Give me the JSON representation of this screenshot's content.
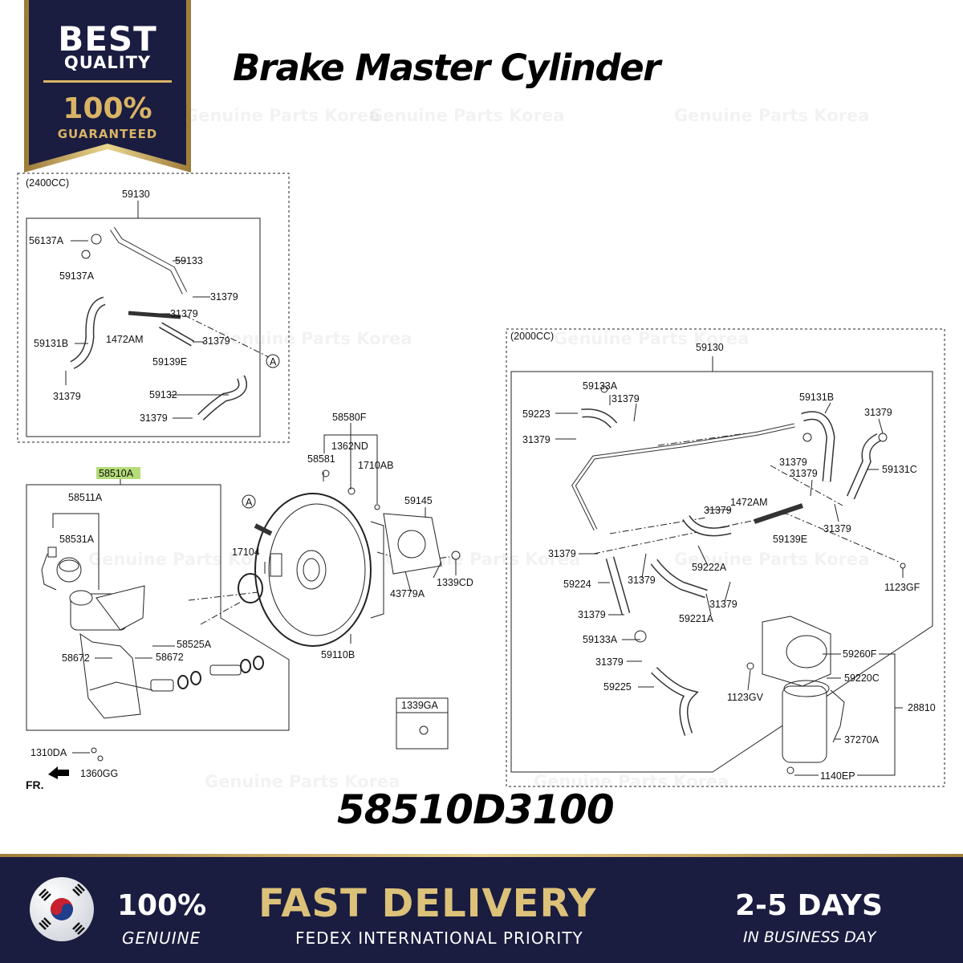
{
  "title": "Brake Master Cylinder",
  "part_number": "58510D3100",
  "watermark": "Genuine Parts Korea",
  "badge": {
    "line1": "BEST",
    "line2": "QUALITY",
    "line3": "100%",
    "line4": "GUARANTEED"
  },
  "footer": {
    "genuine_pct": "100%",
    "genuine_label": "GENUINE",
    "fast": "FAST DELIVERY",
    "fedex": "FEDEX INTERNATIONAL PRIORITY",
    "days": "2-5 DAYS",
    "business": "IN BUSINESS DAY"
  },
  "colors": {
    "navy": "#1a1c40",
    "gold": "#dcc179",
    "highlight": "#b4dc78"
  },
  "diagram": {
    "box_2400_label": "(2400CC)",
    "box_2000_label": "(2000CC)",
    "callout_a": "A",
    "fr": "FR.",
    "labels": {
      "l59130a": "59130",
      "l56137a": "56137A",
      "l59137a": "59137A",
      "l59133": "59133",
      "l31379a": "31379",
      "l31379b": "31379",
      "l1472ama": "1472AM",
      "l59131b": "59131B",
      "l31379c": "31379",
      "l59139ea": "59139E",
      "l31379d": "31379",
      "l59132": "59132",
      "l31379e": "31379",
      "l58510a": "58510A",
      "l58511a": "58511A",
      "l58531a": "58531A",
      "l58525a": "58525A",
      "l58672a": "58672",
      "l58672b": "58672",
      "l1310da": "1310DA",
      "l1360gg": "1360GG",
      "l17104": "17104",
      "l58580f": "58580F",
      "l1362nd": "1362ND",
      "l58581": "58581",
      "l1710ab": "1710AB",
      "l59145": "59145",
      "l1339cd": "1339CD",
      "l43779a": "43779A",
      "l59110b": "59110B",
      "l1339ga": "1339GA",
      "l59130b": "59130",
      "l59133a1": "59133A",
      "l31379f": "31379",
      "l59223": "59223",
      "l31379g": "31379",
      "l59131b2": "59131B",
      "l31379h": "31379",
      "l59131c": "59131C",
      "l31379i": "31379",
      "l31379j": "31379",
      "l31379k": "31379",
      "l1472amb": "1472AM",
      "l59139eb": "59139E",
      "l31379l": "31379",
      "l31379m": "31379",
      "l59224": "59224",
      "l31379n": "31379",
      "l59222a": "59222A",
      "l1123gf": "1123GF",
      "l31379o": "31379",
      "l59221a": "59221A",
      "l31379p": "31379",
      "l59133a2": "59133A",
      "l31379q": "31379",
      "l59225": "59225",
      "l59260f": "59260F",
      "l1123gv": "1123GV",
      "l59220c": "59220C",
      "l28810": "28810",
      "l37270a": "37270A",
      "l1140ep": "1140EP"
    }
  }
}
